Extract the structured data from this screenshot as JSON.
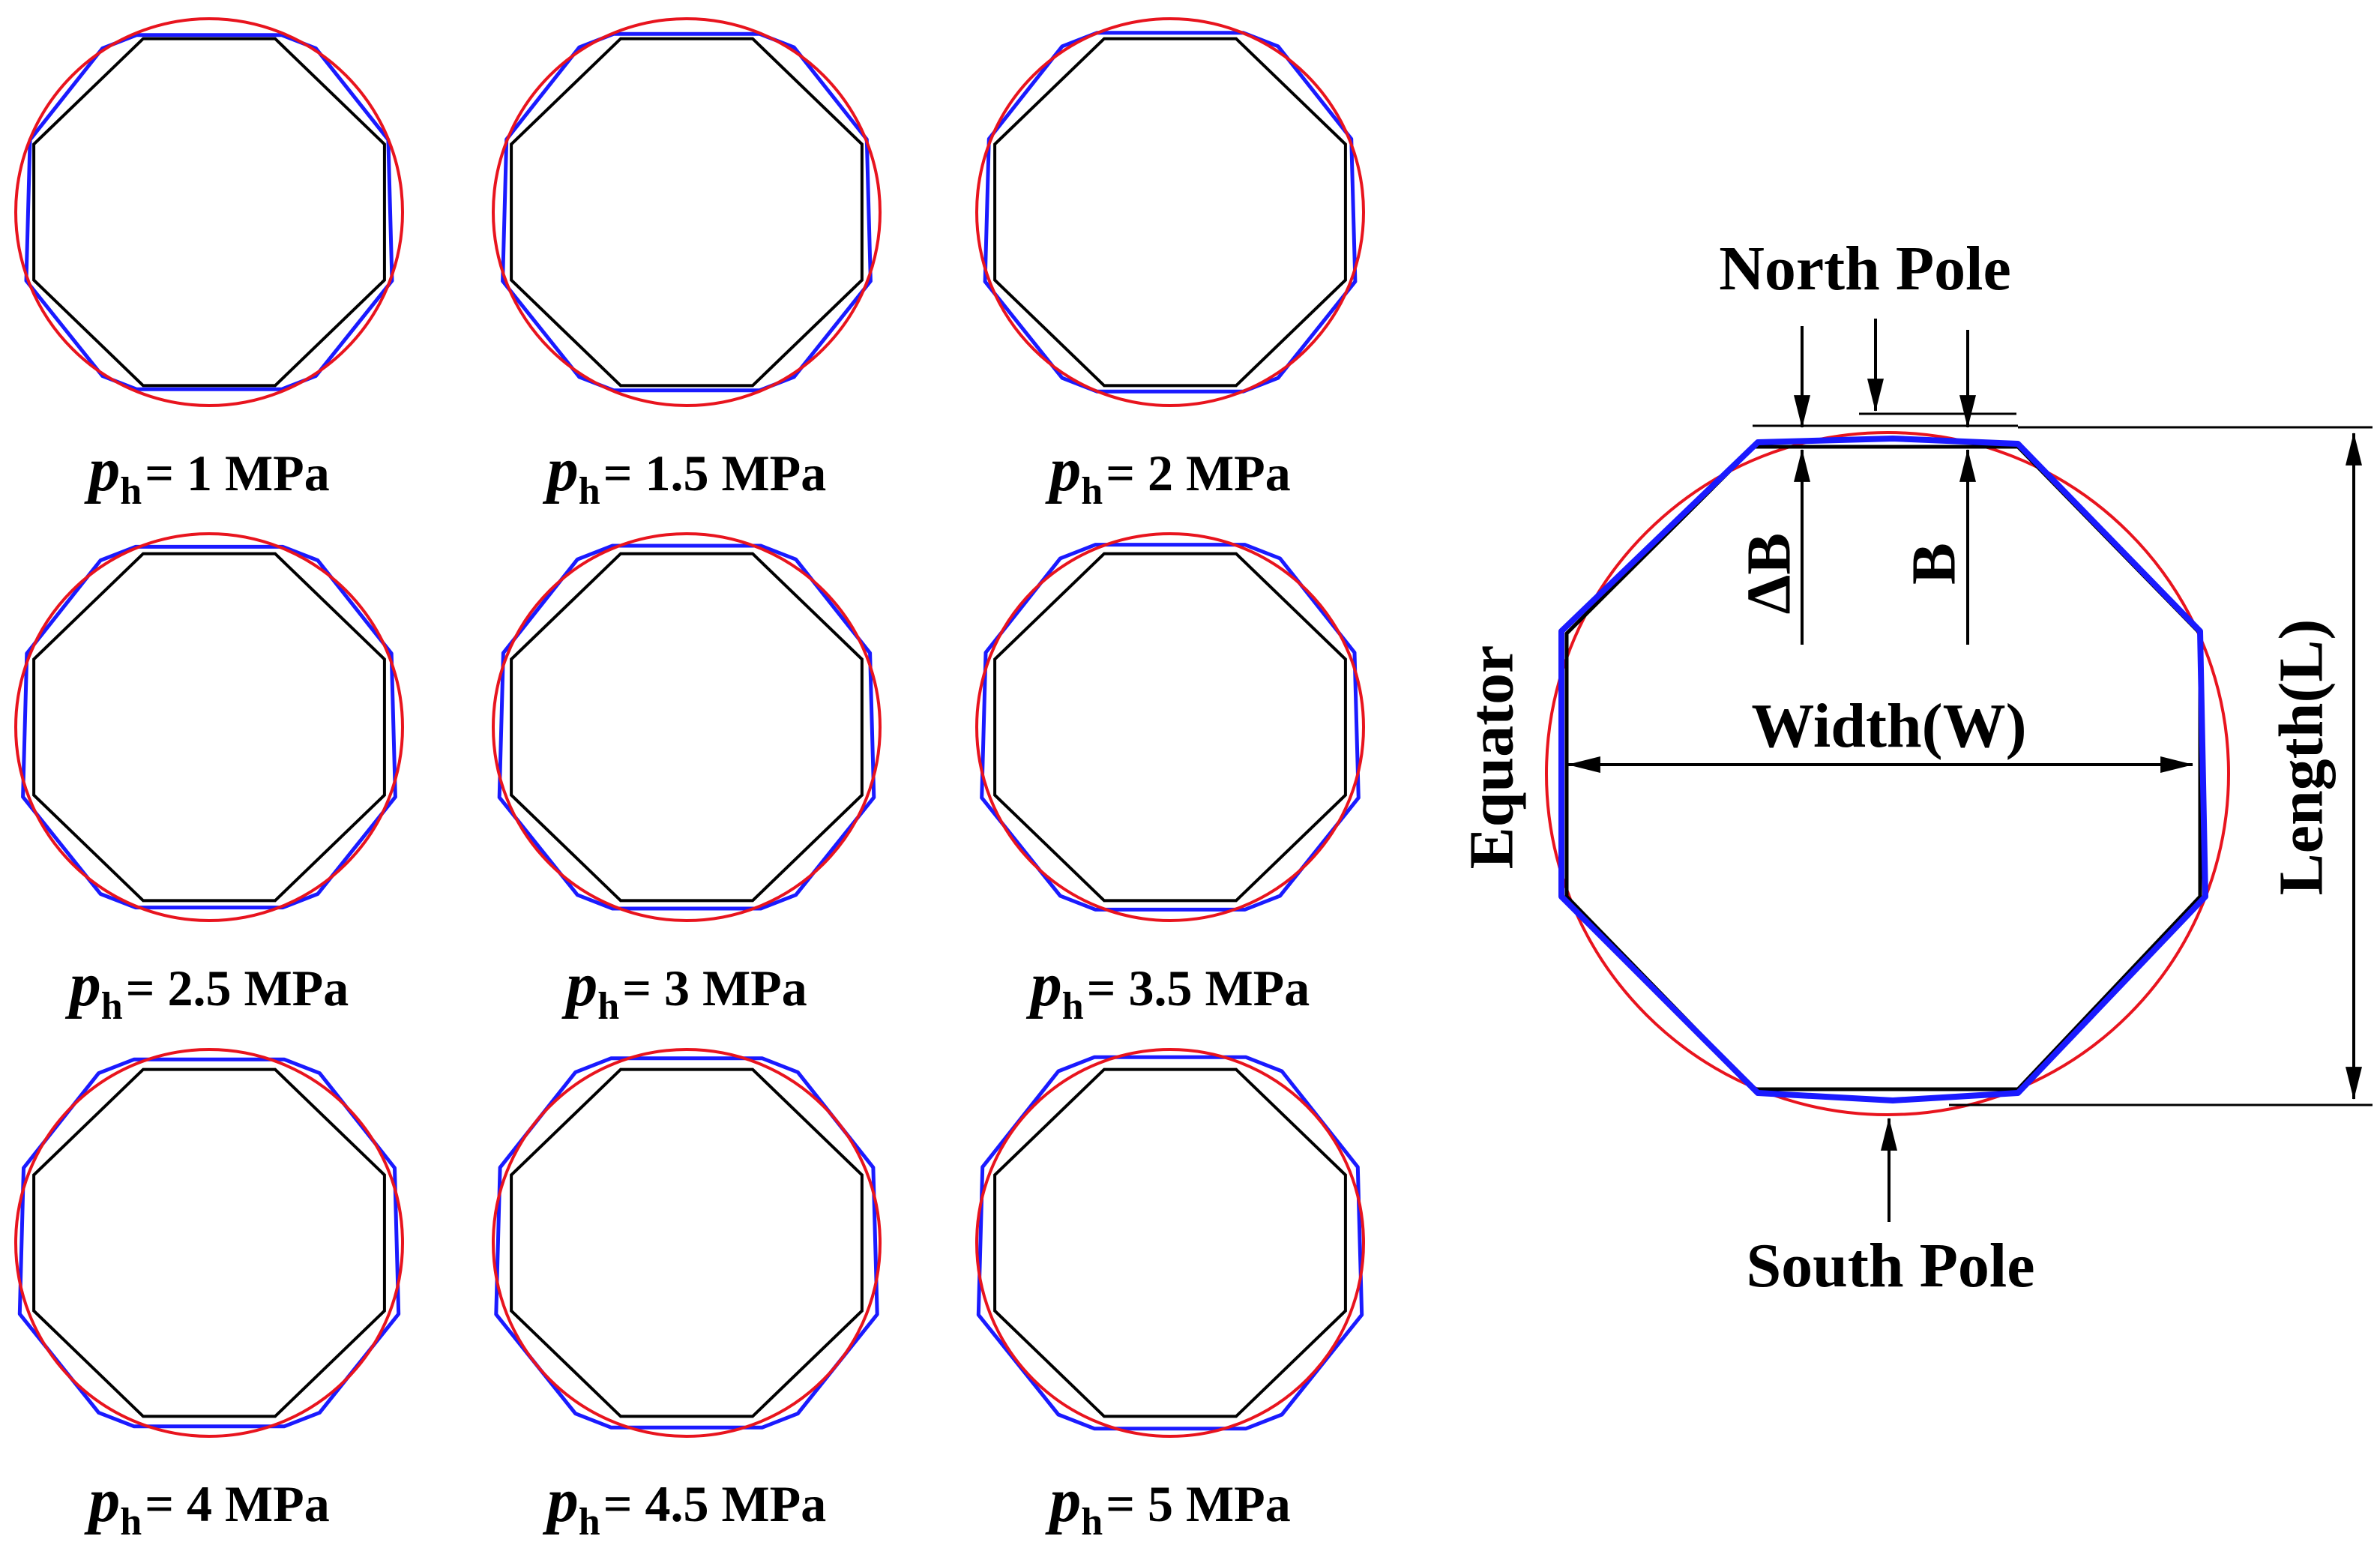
{
  "colors": {
    "undeformed": "#000000",
    "deformed": "#1a1aff",
    "circle": "#e8141e"
  },
  "panels": [
    {
      "symbol": "p",
      "subscript": "h",
      "text": "= 1 MPa"
    },
    {
      "symbol": "p",
      "subscript": "h",
      "text": "= 1.5 MPa"
    },
    {
      "symbol": "p",
      "subscript": "h",
      "text": "= 2 MPa"
    },
    {
      "symbol": "p",
      "subscript": "h",
      "text": "= 2.5 MPa"
    },
    {
      "symbol": "p",
      "subscript": "h",
      "text": "= 3 MPa"
    },
    {
      "symbol": "p",
      "subscript": "h",
      "text": "= 3.5 MPa"
    },
    {
      "symbol": "p",
      "subscript": "h",
      "text": "= 4 MPa"
    },
    {
      "symbol": "p",
      "subscript": "h",
      "text": "= 4.5 MPa"
    },
    {
      "symbol": "p",
      "subscript": "h",
      "text": "= 5 MPa"
    }
  ],
  "schematic": {
    "north_pole": "North Pole",
    "south_pole": "South Pole",
    "equator": "Equator",
    "width": "Width(W)",
    "length": "Length(L)",
    "delta_b": "ΔB",
    "b": "B"
  }
}
